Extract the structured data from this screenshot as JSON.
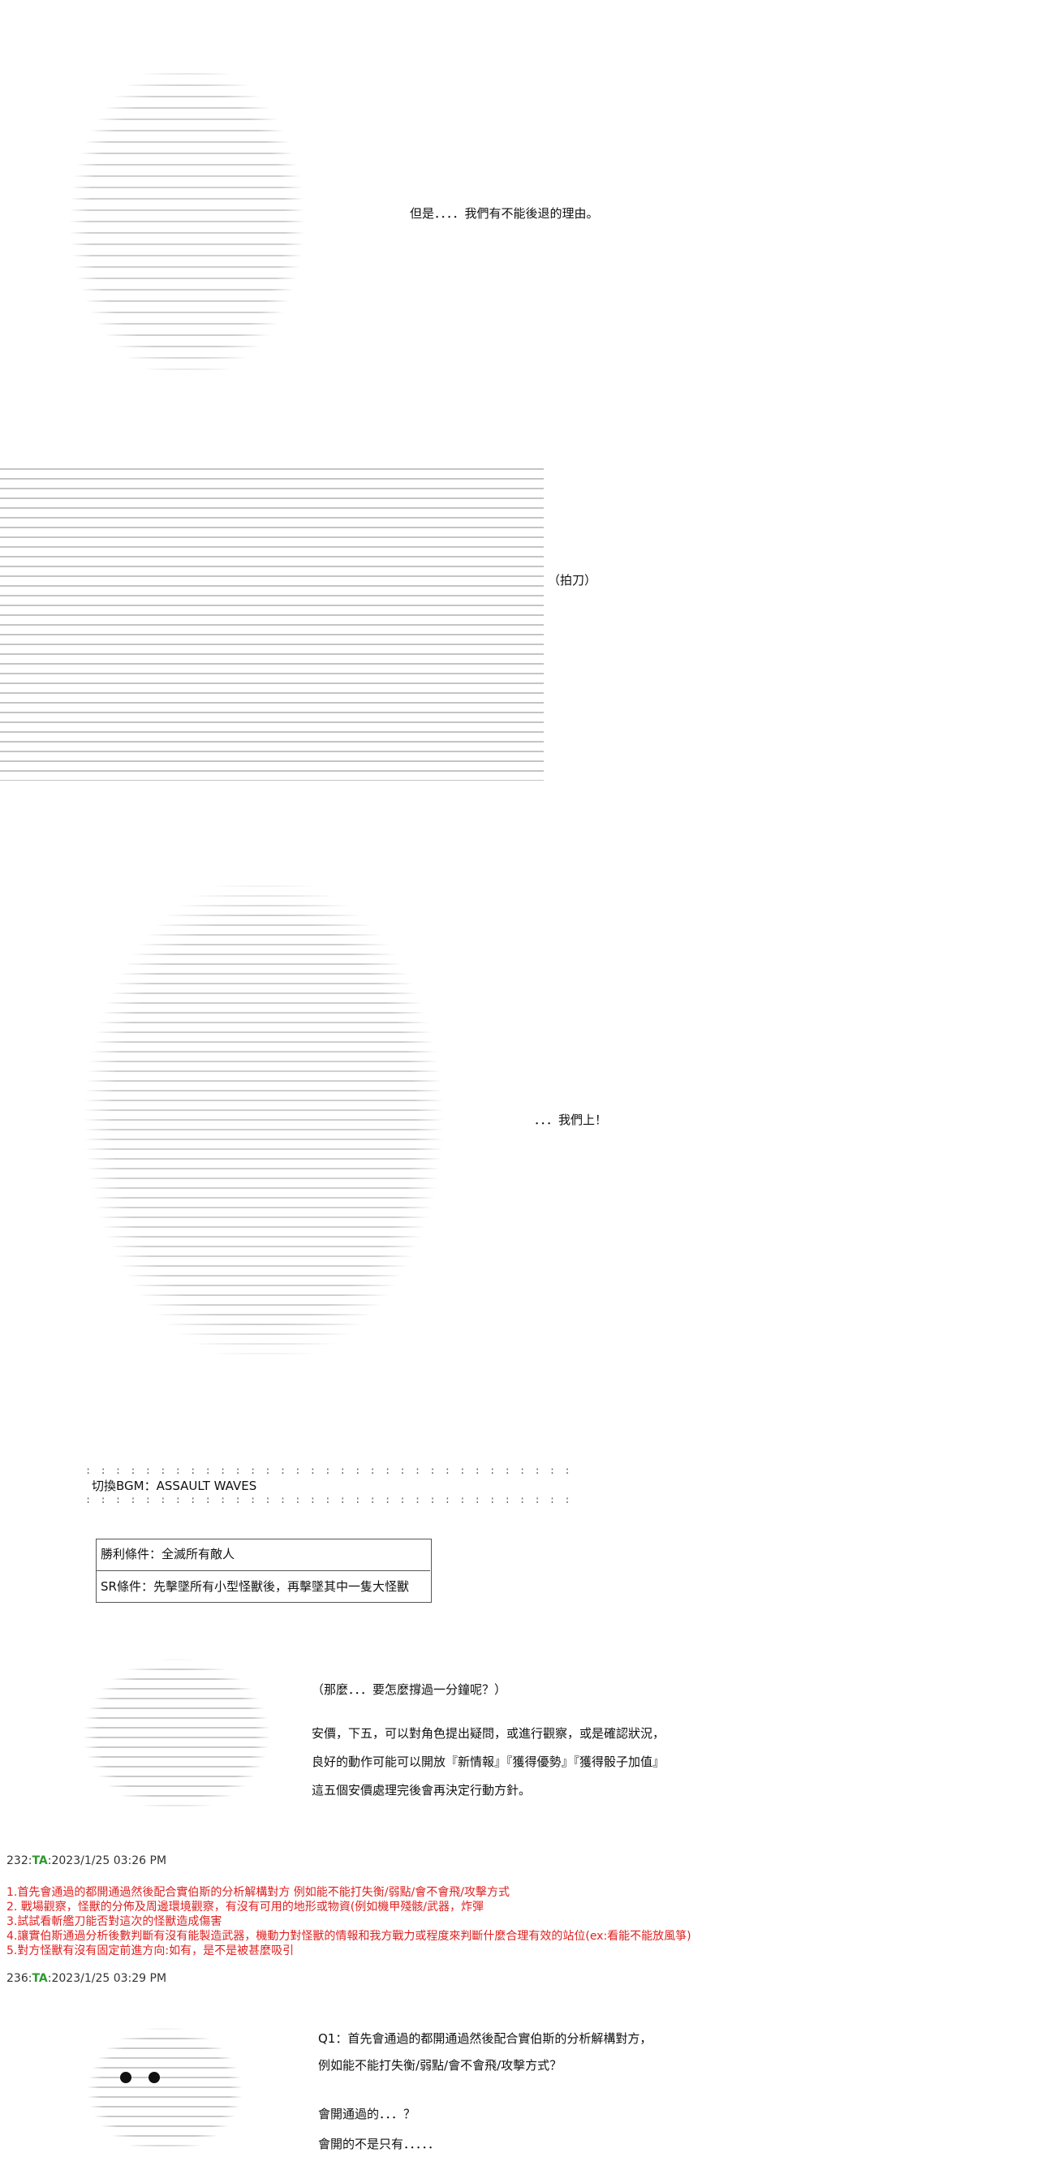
{
  "colors": {
    "text": "#111111",
    "red": "#e02020",
    "green_id": "#2e9a2e",
    "art": "#777777"
  },
  "scene1": {
    "dialog": "但是．．．．我們有不能後退的理由。"
  },
  "scene2": {
    "dialog": "（拍刀）"
  },
  "scene3": {
    "dialog": "．．．我們上！"
  },
  "bgm": {
    "label": "切換BGM：ASSAULT WAVES"
  },
  "conditions": {
    "win": "勝利條件：全滅所有敵人",
    "sr": "SR條件：先擊墜所有小型怪獸後，再擊墜其中一隻大怪獸"
  },
  "narrator": {
    "question": "（那麼．．．要怎麼撐過一分鐘呢？）",
    "line1": "安價，下五，可以對角色提出疑問，或進行觀察，或是確認狀況，",
    "line2": "良好的動作可能可以開放『新情報』『獲得優勢』『獲得骰子加值』",
    "line3": "這五個安價處理完後會再決定行動方針。"
  },
  "post232": {
    "num": "232:",
    "id": "TA",
    "date": ":2023/1/25 03:26 PM",
    "lines": [
      "1.首先會通過的都開通過然後配合實伯斯的分析解構對方 例如能不能打失衡/弱點/會不會飛/攻擊方式",
      "2. 戰場觀察，怪獸的分佈及周邊環境觀察，有沒有可用的地形或物資(例如機甲殘骸/武器，炸彈",
      "3.試試看斬艦刀能否對這次的怪獸造成傷害",
      "4.讓實伯斯通過分析後數判斷有沒有能製造武器，機動力對怪獸的情報和我方戰力或程度來判斷什麼合理有效的站位(ex:看能不能放風箏)",
      "5.對方怪獸有沒有固定前進方向:如有，是不是被甚麼吸引"
    ]
  },
  "post236": {
    "num": "236:",
    "id": "TA",
    "date": ":2023/1/25 03:29 PM"
  },
  "reply": {
    "q1": "Q1：首先會通過的都開通過然後配合實伯斯的分析解構對方，",
    "q1b": "例如能不能打失衡/弱點/會不會飛/攻擊方式？",
    "a1": "會開通過的．．．？",
    "a2": "會開的不是只有．．．．．"
  }
}
